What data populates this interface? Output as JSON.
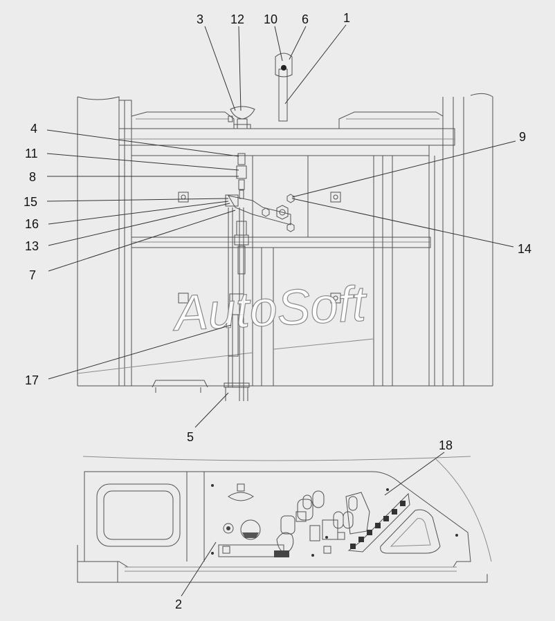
{
  "watermark": "AutoSoft",
  "callouts": [
    {
      "id": "c3",
      "label": "3"
    },
    {
      "id": "c12",
      "label": "12"
    },
    {
      "id": "c10",
      "label": "10"
    },
    {
      "id": "c6",
      "label": "6"
    },
    {
      "id": "c1",
      "label": "1"
    },
    {
      "id": "c4",
      "label": "4"
    },
    {
      "id": "c11",
      "label": "11"
    },
    {
      "id": "c8",
      "label": "8"
    },
    {
      "id": "c15",
      "label": "15"
    },
    {
      "id": "c16",
      "label": "16"
    },
    {
      "id": "c13",
      "label": "13"
    },
    {
      "id": "c7",
      "label": "7"
    },
    {
      "id": "c9",
      "label": "9"
    },
    {
      "id": "c14",
      "label": "14"
    },
    {
      "id": "c17",
      "label": "17"
    },
    {
      "id": "c5",
      "label": "5"
    },
    {
      "id": "c18",
      "label": "18"
    },
    {
      "id": "c2",
      "label": "2"
    }
  ]
}
